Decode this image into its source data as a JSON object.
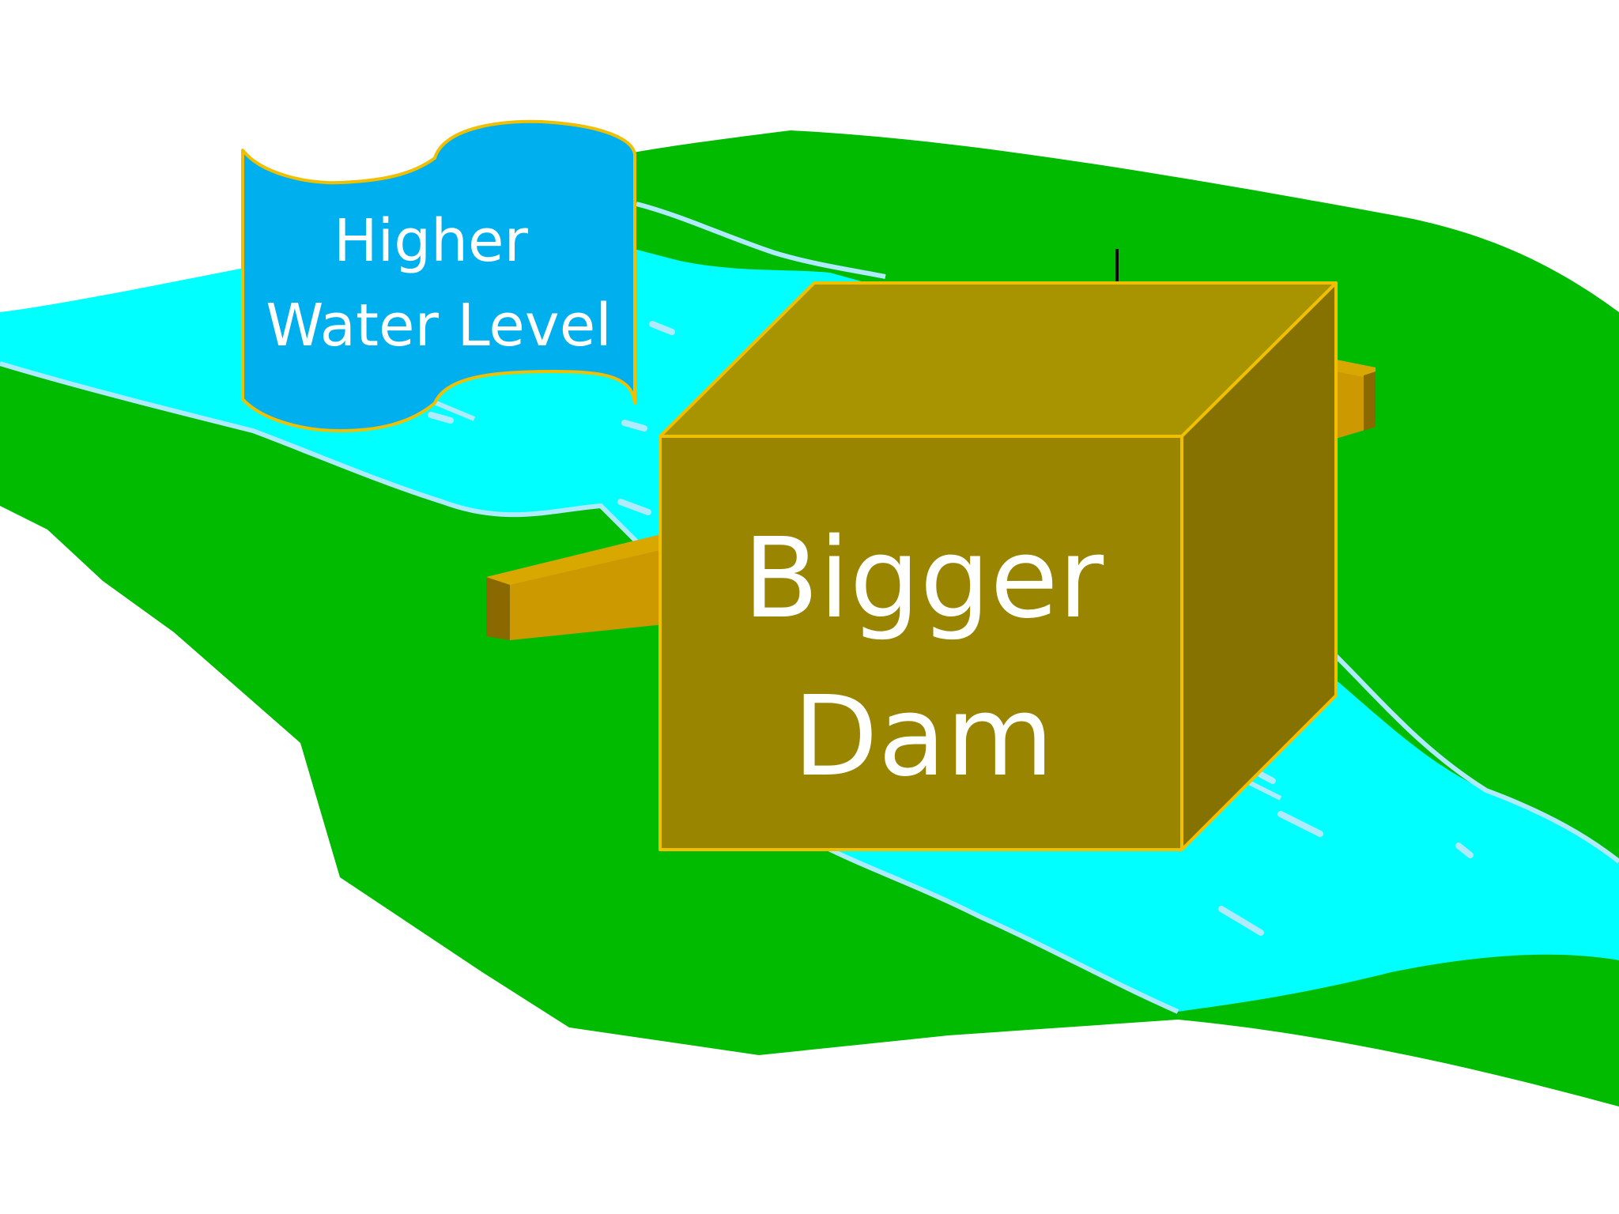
{
  "banner": {
    "line1": "Higher",
    "line2": "Water Level"
  },
  "dam": {
    "line1": "Bigger",
    "line2": "Dam"
  },
  "colors": {
    "land": "#00bb00",
    "water": "#00ffff",
    "water_edge": "#b0eaff",
    "banner_fill": "#00b0ee",
    "outline": "#f0c000",
    "dam_front": "#9a8500",
    "dam_top": "#a89300",
    "dam_side": "#857200",
    "small_dam": "#cc9900",
    "small_dam_dark": "#8a6a00"
  }
}
